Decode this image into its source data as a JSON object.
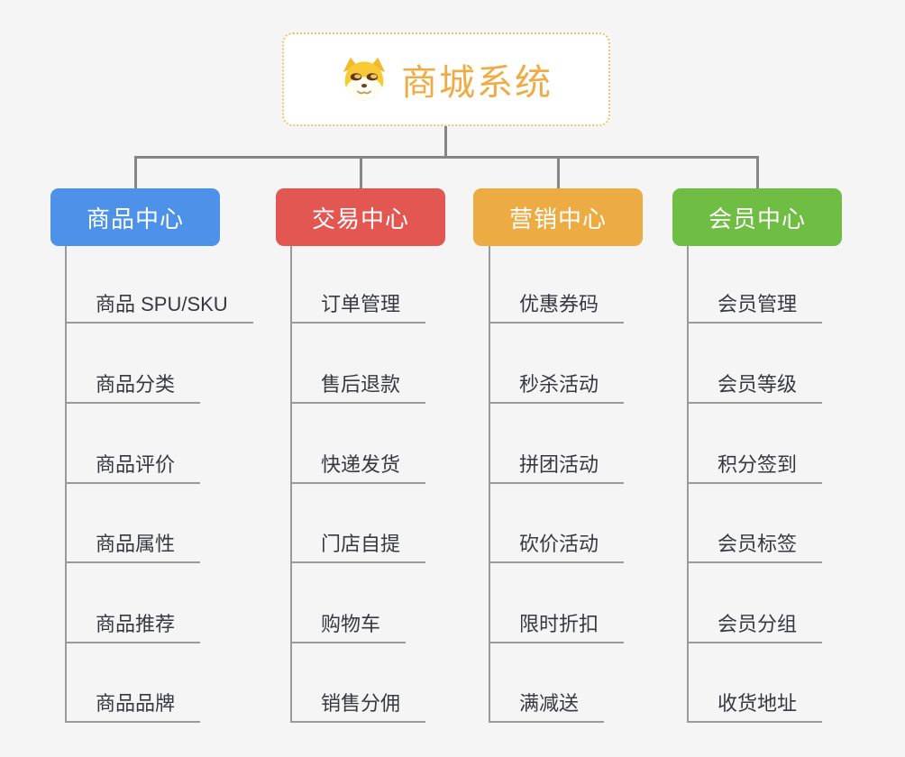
{
  "canvas": {
    "background": "#F5F5F5",
    "connector_color": "#868686",
    "leaf_line_color": "#9A9A9A"
  },
  "root": {
    "title": "商城系统",
    "icon": "dog-face-icon",
    "text_color": "#F0AC44",
    "border_color": "#F5C06B"
  },
  "branches": [
    {
      "id": "product-center",
      "label": "商品中心",
      "color": "#4D92E8",
      "children": [
        "商品 SPU/SKU",
        "商品分类",
        "商品评价",
        "商品属性",
        "商品推荐",
        "商品品牌"
      ]
    },
    {
      "id": "trade-center",
      "label": "交易中心",
      "color": "#E25752",
      "children": [
        "订单管理",
        "售后退款",
        "快递发货",
        "门店自提",
        "购物车",
        "销售分佣"
      ]
    },
    {
      "id": "marketing-center",
      "label": "营销中心",
      "color": "#EDAC43",
      "children": [
        "优惠券码",
        "秒杀活动",
        "拼团活动",
        "砍价活动",
        "限时折扣",
        "满减送"
      ]
    },
    {
      "id": "member-center",
      "label": "会员中心",
      "color": "#6FBE43",
      "children": [
        "会员管理",
        "会员等级",
        "积分签到",
        "会员标签",
        "会员分组",
        "收货地址"
      ]
    }
  ]
}
